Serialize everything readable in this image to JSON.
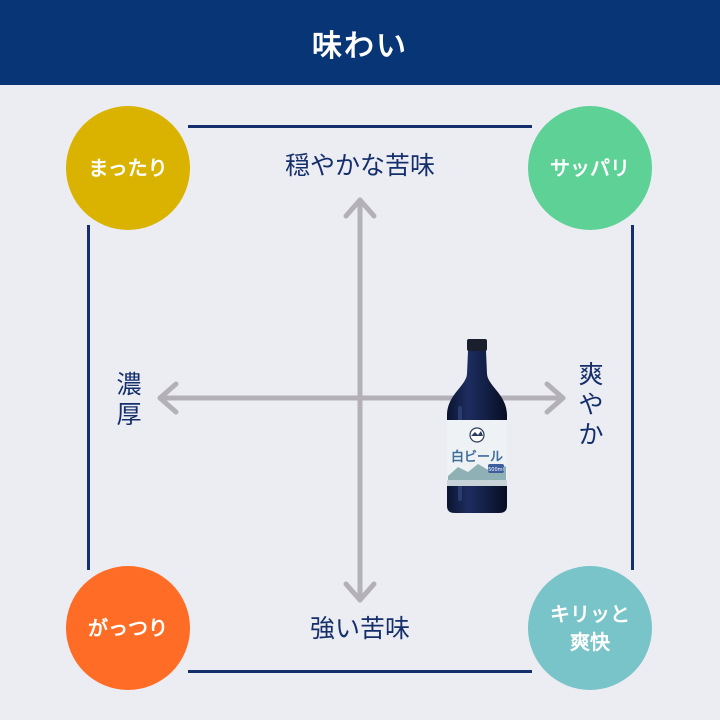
{
  "header": {
    "title": "味わい"
  },
  "quadrants": {
    "top_left": {
      "label": "まったり",
      "color": "#d9b300"
    },
    "top_right": {
      "label": "サッパリ",
      "color": "#5ed196"
    },
    "bottom_left": {
      "label": "がっつり",
      "color": "#ff6c25"
    },
    "bottom_right": {
      "label": "キリッと\n爽快",
      "color": "#78c4c8"
    }
  },
  "axes": {
    "top": "穏やかな苦味",
    "bottom": "強い苦味",
    "left": "濃厚",
    "right": "爽やか"
  },
  "product": {
    "label_text": "白ビール",
    "badge_text": "500ml",
    "plot_x": 0.78,
    "plot_y": 0.0
  },
  "colors": {
    "header": "#073575",
    "frame": "#142f6b",
    "axis_arrow": "#b3b1b7",
    "background": "#ecedf3"
  }
}
